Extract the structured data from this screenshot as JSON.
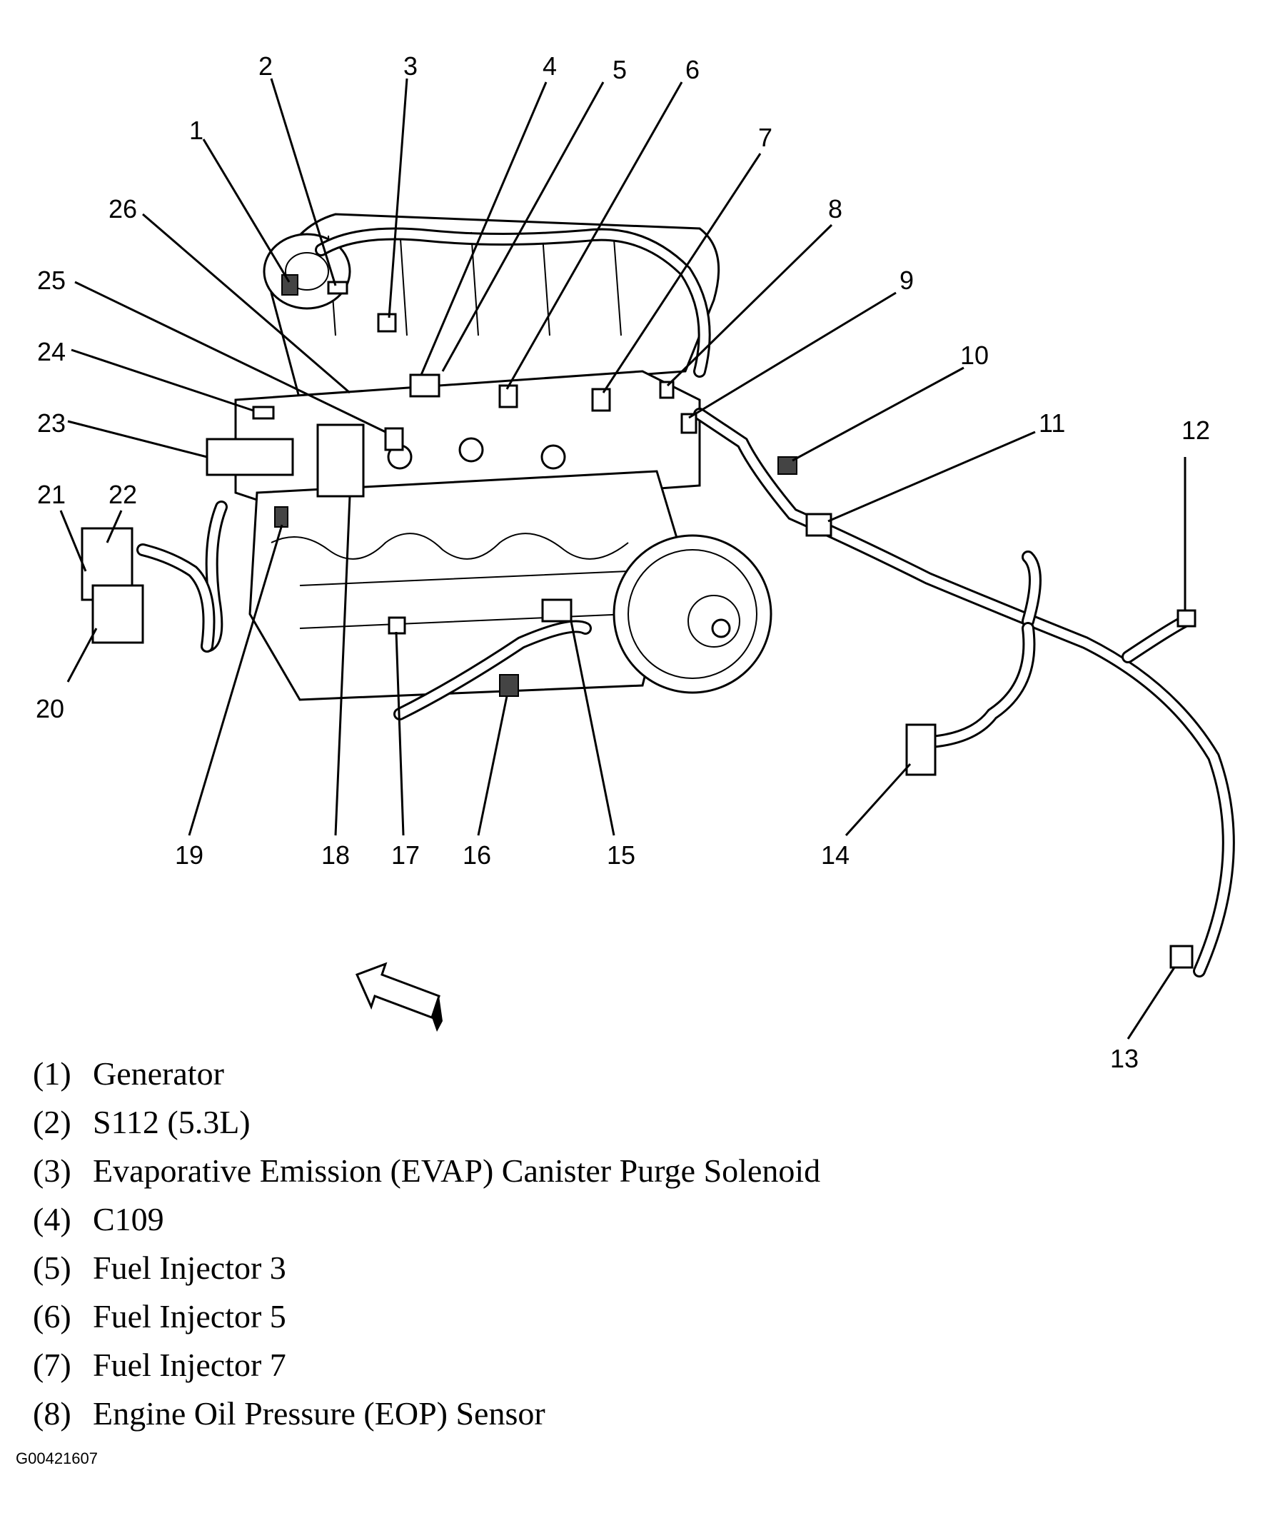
{
  "callouts": [
    "1",
    "2",
    "3",
    "4",
    "5",
    "6",
    "7",
    "8",
    "9",
    "10",
    "11",
    "12",
    "13",
    "14",
    "15",
    "16",
    "17",
    "18",
    "19",
    "20",
    "21",
    "22",
    "23",
    "24",
    "25",
    "26"
  ],
  "legend": [
    {
      "num": "(1)",
      "text": "Generator"
    },
    {
      "num": "(2)",
      "text": "S112 (5.3L)"
    },
    {
      "num": "(3)",
      "text": "Evaporative Emission (EVAP) Canister Purge Solenoid"
    },
    {
      "num": "(4)",
      "text": "C109"
    },
    {
      "num": "(5)",
      "text": "Fuel Injector 3"
    },
    {
      "num": "(6)",
      "text": "Fuel Injector 5"
    },
    {
      "num": "(7)",
      "text": "Fuel Injector 7"
    },
    {
      "num": "(8)",
      "text": "Engine Oil Pressure (EOP) Sensor"
    }
  ],
  "figure_id": "G00421607"
}
